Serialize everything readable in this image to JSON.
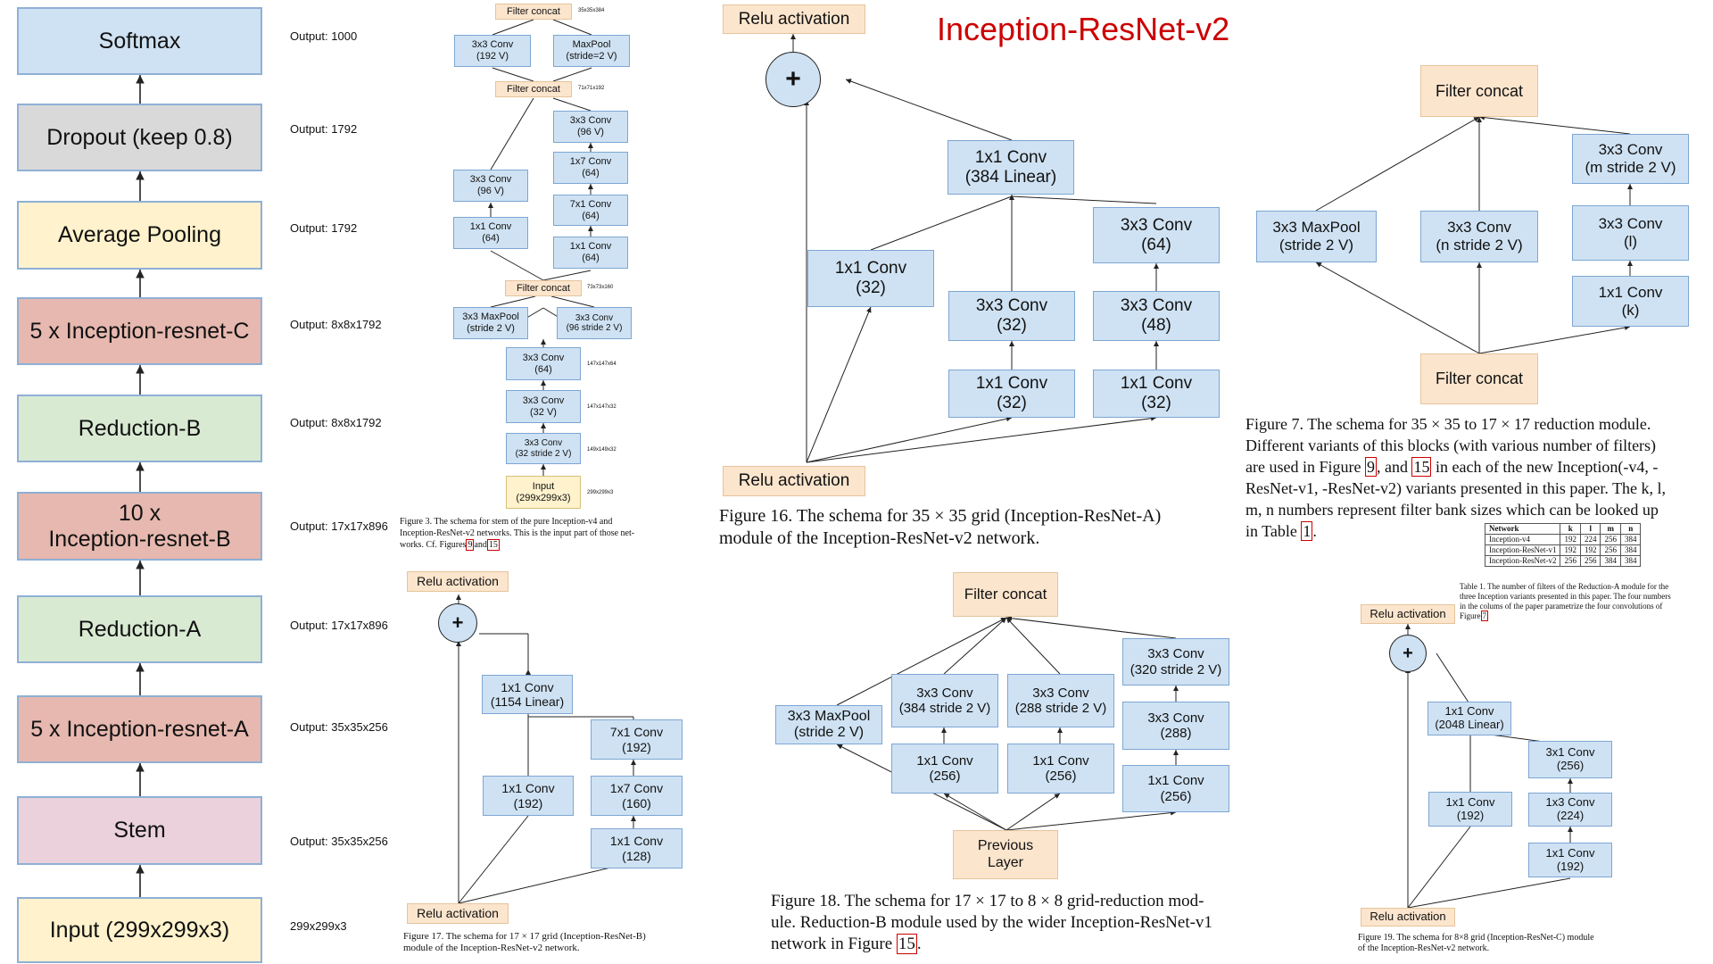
{
  "column1": {
    "blocks": [
      "Softmax",
      "Dropout (keep 0.8)",
      "Average Pooling",
      "5 x Inception-resnet-C",
      "Reduction-B",
      "10 x\nInception-resnet-B",
      "Reduction-A",
      "5 x Inception-resnet-A",
      "Stem",
      "Input (299x299x3)"
    ],
    "colors": [
      "#cfe2f3",
      "#d9d9d9",
      "#fff2cc",
      "#e6b8af",
      "#d9ead3",
      "#e6b8af",
      "#d9ead3",
      "#e6b8af",
      "#ead1dc",
      "#fff2cc"
    ],
    "outputs": [
      "Output: 1000",
      "Output: 1792",
      "Output: 1792",
      "Output: 8x8x1792",
      "Output: 8x8x1792",
      "Output: 17x17x896",
      "Output: 17x17x896",
      "Output: 35x35x256",
      "Output: 35x35x256",
      "299x299x3"
    ]
  },
  "stem": {
    "filter_concat_1": "Filter concat",
    "size_1": "35x35x384",
    "conv_3x3_192": "3x3 Conv\n(192 V)",
    "maxpool": "MaxPool\n(stride=2 V)",
    "filter_concat_2": "Filter concat",
    "size_2": "71x71x192",
    "conv_3x3_96_r": "3x3 Conv\n(96 V)",
    "conv_1x7": "1x7 Conv\n(64)",
    "conv_7x1": "7x1 Conv\n(64)",
    "conv_1x1_r": "1x1 Conv\n(64)",
    "conv_3x3_96_l": "3x3 Conv\n(96 V)",
    "conv_1x1_l": "1x1 Conv\n(64)",
    "filter_concat_3": "Filter concat",
    "size_3": "73x73x160",
    "maxpool_2": "3x3 MaxPool\n(stride 2 V)",
    "conv_3x3_96s": "3x3 Conv\n(96 stride 2 V)",
    "conv_3x3_64": "3x3 Conv\n(64)",
    "size_4": "147x147x64",
    "conv_3x3_32": "3x3 Conv\n(32 V)",
    "size_5": "147x147x32",
    "conv_3x3_32s": "3x3 Conv\n(32 stride 2 V)",
    "size_6": "149x149x32",
    "input": "Input\n(299x299x3)",
    "size_7": "299x299x3",
    "caption_a": "Figure 3. The schema for stem of the pure Inception-v4 and",
    "caption_b": "Inception-ResNet-v2 networks. This is the input part of those net-",
    "caption_c": "works. Cf. Figures",
    "caption_ref1": "9",
    "caption_and": "and",
    "caption_ref2": "15"
  },
  "figB": {
    "relu_top": "Relu activation",
    "plus": "+",
    "linear": "1x1 Conv\n(1154 Linear)",
    "conv_7x1": "7x1 Conv\n(192)",
    "conv_1x1_192": "1x1 Conv\n(192)",
    "conv_1x7": "1x7 Conv\n(160)",
    "conv_1x1_128": "1x1 Conv\n(128)",
    "relu_bottom": "Relu activation",
    "caption_a": "Figure 17. The schema for 17 × 17 grid (Inception-ResNet-B)",
    "caption_b": "module of the Inception-ResNet-v2 network."
  },
  "figA": {
    "title": "Inception-ResNet-v2",
    "title_color": "#cc0000",
    "relu_top": "Relu activation",
    "plus": "+",
    "linear": "1x1 Conv\n(384 Linear)",
    "b1": "1x1 Conv\n(32)",
    "b2_top": "3x3 Conv\n(32)",
    "b2_bot": "1x1 Conv\n(32)",
    "b3_top": "3x3 Conv\n(64)",
    "b3_mid": "3x3 Conv\n(48)",
    "b3_bot": "1x1 Conv\n(32)",
    "relu_bottom": "Relu activation",
    "caption_a": "Figure 16. The schema for 35 × 35 grid (Inception-ResNet-A)",
    "caption_b": "module of the Inception-ResNet-v2 network."
  },
  "fig18": {
    "concat": "Filter concat",
    "maxpool": "3x3 MaxPool\n(stride 2 V)",
    "c384": "3x3 Conv\n(384 stride 2 V)",
    "c256a": "1x1 Conv\n(256)",
    "c288s": "3x3 Conv\n(288 stride 2 V)",
    "c256b": "1x1 Conv\n(256)",
    "c320": "3x3 Conv\n(320 stride 2 V)",
    "c288": "3x3 Conv\n(288)",
    "c256c": "1x1 Conv\n(256)",
    "prev": "Previous\nLayer",
    "caption_a": "Figure 18. The schema for 17 × 17 to 8 × 8 grid-reduction mod-",
    "caption_b": "ule. Reduction-B module used by the wider Inception-ResNet-v1",
    "caption_c": "network in Figure",
    "caption_ref": "15",
    "caption_end": "."
  },
  "fig7": {
    "concat_top": "Filter concat",
    "maxpool": "3x3 MaxPool\n(stride 2 V)",
    "conv_n": "3x3 Conv\n(n stride 2 V)",
    "conv_m": "3x3 Conv\n(m stride 2 V)",
    "conv_l": "3x3 Conv\n(l)",
    "conv_k": "1x1 Conv\n(k)",
    "concat_bottom": "Filter concat",
    "caption_1": "Figure 7. The schema for 35 × 35 to 17 × 17 reduction module.",
    "caption_2": "Different variants of this blocks (with various number of filters)",
    "caption_3a": "are used in Figure",
    "caption_3r1": "9",
    "caption_3b": ", and",
    "caption_3r2": "15",
    "caption_3c": "in each of the new Inception(-v4, -",
    "caption_4": "ResNet-v1, -ResNet-v2) variants presented in this paper. The k, l,",
    "caption_5": "m, n numbers represent filter bank sizes which can be looked up",
    "caption_6a": "in Table",
    "caption_6r": "1",
    "caption_6b": "."
  },
  "table1": {
    "header": [
      "Network",
      "k",
      "l",
      "m",
      "n"
    ],
    "rows": [
      [
        "Inception-v4",
        "192",
        "224",
        "256",
        "384"
      ],
      [
        "Inception-ResNet-v1",
        "192",
        "192",
        "256",
        "384"
      ],
      [
        "Inception-ResNet-v2",
        "256",
        "256",
        "384",
        "384"
      ]
    ],
    "caption_1": "Table 1. The number of filters of the Reduction-A module for the",
    "caption_2": "three Inception variants presented in this paper. The four numbers",
    "caption_3": "in the colums of the paper parametrize the four convolutions of",
    "caption_4a": "Figure",
    "caption_4r": "7"
  },
  "figC": {
    "relu_top": "Relu activation",
    "plus": "+",
    "linear": "1x1 Conv\n(2048 Linear)",
    "c3x1": "3x1 Conv\n(256)",
    "c1x1_192": "1x1 Conv\n(192)",
    "c1x3": "1x3 Conv\n(224)",
    "c1x1_r": "1x1 Conv\n(192)",
    "relu_bottom": "Relu activation",
    "caption_a": "Figure 19. The schema for 8×8 grid (Inception-ResNet-C) module",
    "caption_b": "of the Inception-ResNet-v2 network."
  }
}
